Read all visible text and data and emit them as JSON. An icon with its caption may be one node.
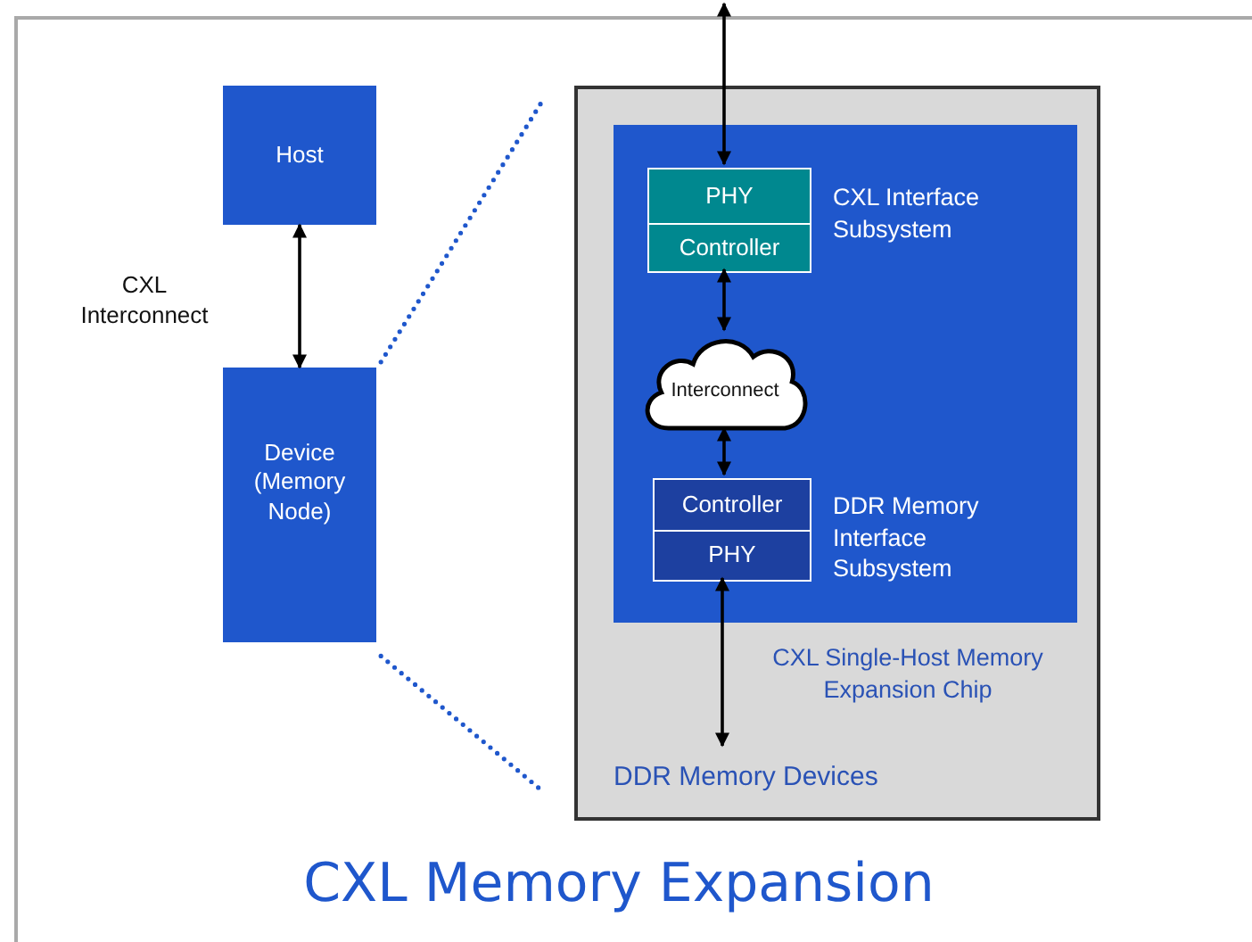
{
  "diagram": {
    "title": "CXL Memory Expansion",
    "nodes": [
      {
        "text": [
          "Host"
        ]
      },
      {
        "text": [
          "Device (Memory Node)"
        ]
      },
      {
        "text": [
          "DDR Memory Devices"
        ]
      },
      {
        "text": [],
        "shape": "box",
        "in": 2,
        "beside": [
          "CXL Single-Host Memory Expansion Chip"
        ]
      },
      {
        "text": [],
        "shape": "box",
        "in": 3,
        "beside": [
          "CXL Interface Subsystem"
        ]
      },
      {
        "text": [
          "PHY"
        ],
        "in": 4
      },
      {
        "text": [
          "Controller"
        ],
        "in": 4
      },
      {
        "text": [
          "Interconnect"
        ],
        "in": 3
      },
      {
        "text": [],
        "shape": "box",
        "in": 3,
        "beside": [
          "DDR Memory Interface Subsystem"
        ]
      },
      {
        "text": [
          "Controller"
        ],
        "in": 8
      },
      {
        "text": [
          "PHY"
        ],
        "in": 8
      }
    ],
    "edges": [
      {
        "from": 0,
        "to": 1,
        "arrow": "both",
        "label": "CXL Interconnect"
      },
      {
        "from": 1,
        "to": 2,
        "arrow": "none",
        "style": "dashed",
        "color": "#1f57cc"
      },
      {
        "from": 1,
        "to": 2,
        "arrow": "none",
        "style": "dashed",
        "color": "#1f57cc"
      },
      {
        "from": null,
        "to": 4,
        "arrow": "both"
      },
      {
        "from": 4,
        "to": 7,
        "arrow": "both"
      },
      {
        "from": 7,
        "to": 8,
        "arrow": "both"
      },
      {
        "from": 8,
        "to": null,
        "arrow": "both"
      }
    ]
  }
}
